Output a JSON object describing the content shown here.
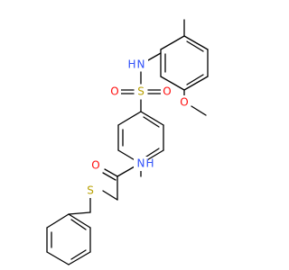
{
  "diagram": {
    "type": "chemical-structure",
    "atom_labels": {
      "nh_sulfonamide": "N",
      "h_sulfonamide": "H",
      "o_methoxy": "O",
      "s_sulfonyl": "S",
      "o_sulfonyl_left": "O",
      "o_sulfonyl_right": "O",
      "nh_amide": "N",
      "h_amide": "H",
      "o_carbonyl": "O",
      "s_thioether": "S"
    },
    "colors": {
      "bond": "#000000",
      "nitrogen": "#3050F8",
      "oxygen": "#FF0D0D",
      "sulfur": "#B8A000"
    }
  }
}
